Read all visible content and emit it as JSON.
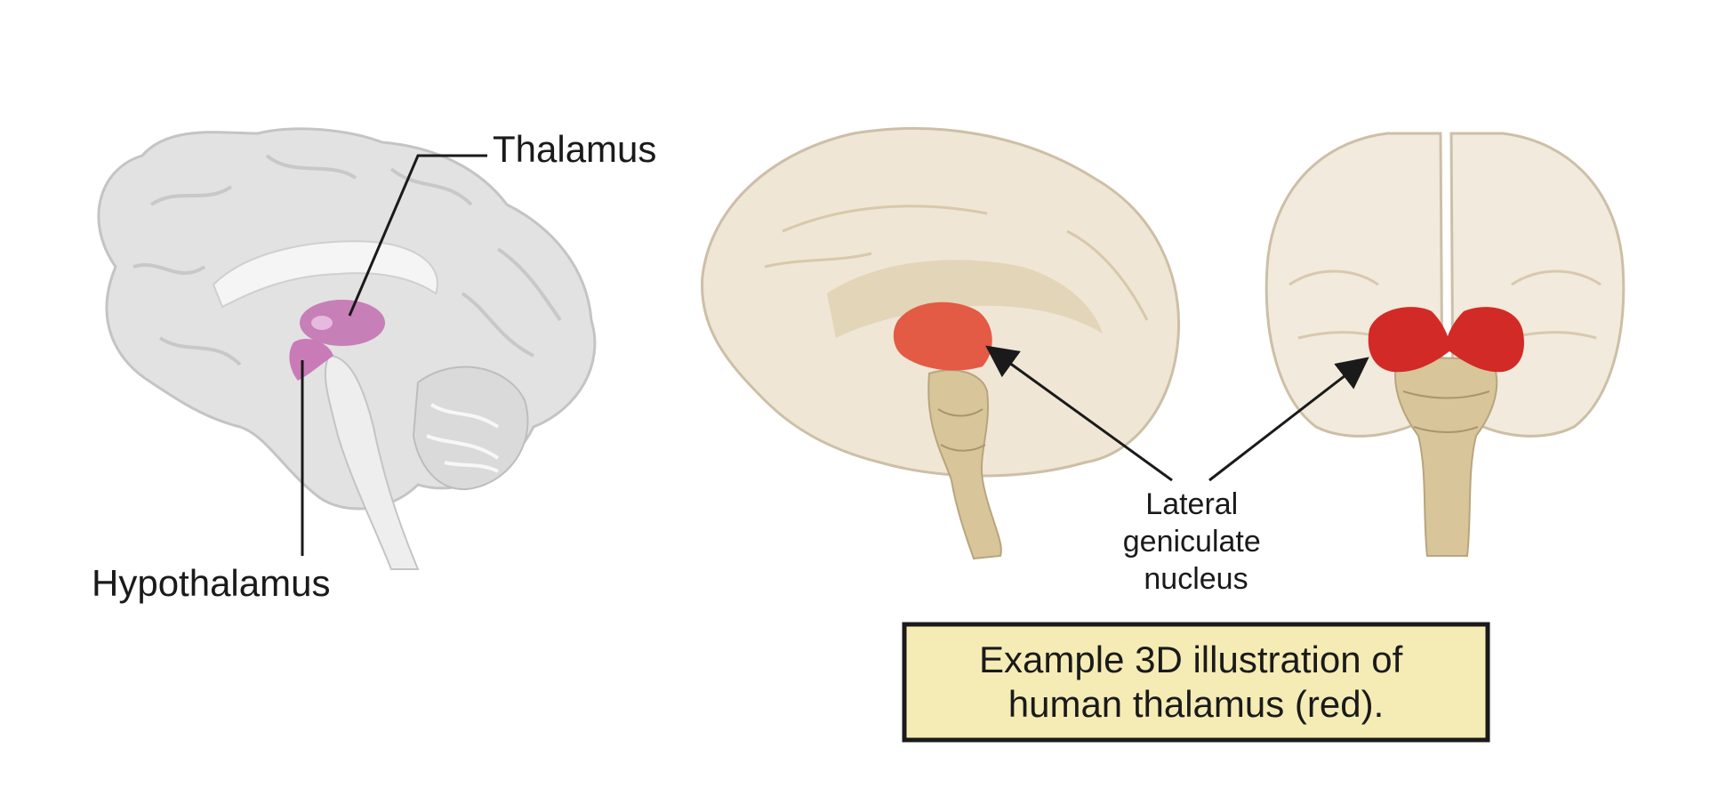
{
  "labels": {
    "thalamus": "Thalamus",
    "hypothalamus": "Hypothalamus",
    "lgn": [
      "Lateral",
      "geniculate",
      "nucleus"
    ]
  },
  "caption": [
    "Example 3D illustration of",
    "human thalamus (red)."
  ],
  "colors": {
    "thalamus_2d": "#c77fb7",
    "hypothalamus_2d": "#c97bb8",
    "thalamus_3d_sagittal": "#e35a45",
    "thalamus_3d_coronal": "#d22a26",
    "brain_gray": "#dcdcdc",
    "brain_3d_tan": "#e8d9bf",
    "brainstem_3d": "#d8c59a",
    "caption_bg": "#f5ecb5",
    "caption_border": "#1a1a1a"
  }
}
